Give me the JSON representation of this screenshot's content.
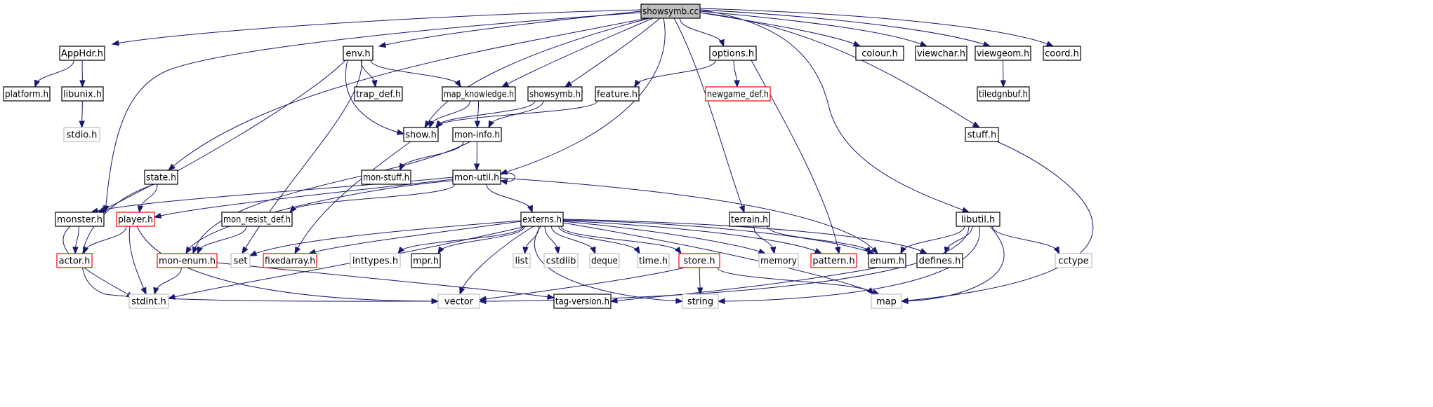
{
  "diagram": {
    "title": "",
    "colors": {
      "edge": "#191970",
      "root_fill": "#bfbfbf",
      "normal_border": "#000000",
      "external_border": "#bfbfbf",
      "truncated_border": "#ff0000",
      "text": "#000000"
    },
    "nodes": [
      {
        "id": "showsymb_cc",
        "label": "showsymb.cc",
        "kind": "root"
      },
      {
        "id": "AppHdr_h",
        "label": "AppHdr.h",
        "kind": "normal"
      },
      {
        "id": "env_h",
        "label": "env.h",
        "kind": "normal"
      },
      {
        "id": "options_h",
        "label": "options.h",
        "kind": "normal"
      },
      {
        "id": "colour_h",
        "label": "colour.h",
        "kind": "normal"
      },
      {
        "id": "viewchar_h",
        "label": "viewchar.h",
        "kind": "normal"
      },
      {
        "id": "viewgeom_h",
        "label": "viewgeom.h",
        "kind": "normal"
      },
      {
        "id": "coord_h",
        "label": "coord.h",
        "kind": "normal"
      },
      {
        "id": "platform_h",
        "label": "platform.h",
        "kind": "normal"
      },
      {
        "id": "libunix_h",
        "label": "libunix.h",
        "kind": "normal"
      },
      {
        "id": "trap_def_h",
        "label": "trap_def.h",
        "kind": "normal"
      },
      {
        "id": "map_knowledge_h",
        "label": "map_knowledge.h",
        "kind": "normal"
      },
      {
        "id": "showsymb_h",
        "label": "showsymb.h",
        "kind": "normal"
      },
      {
        "id": "feature_h",
        "label": "feature.h",
        "kind": "normal"
      },
      {
        "id": "newgame_def_h",
        "label": "newgame_def.h",
        "kind": "truncated"
      },
      {
        "id": "tiledgnbuf_h",
        "label": "tiledgnbuf.h",
        "kind": "normal"
      },
      {
        "id": "stdio_h",
        "label": "stdio.h",
        "kind": "external"
      },
      {
        "id": "show_h",
        "label": "show.h",
        "kind": "normal"
      },
      {
        "id": "mon_info_h",
        "label": "mon-info.h",
        "kind": "normal"
      },
      {
        "id": "stuff_h",
        "label": "stuff.h",
        "kind": "normal"
      },
      {
        "id": "state_h",
        "label": "state.h",
        "kind": "normal"
      },
      {
        "id": "mon_stuff_h",
        "label": "mon-stuff.h",
        "kind": "normal"
      },
      {
        "id": "mon_util_h",
        "label": "mon-util.h",
        "kind": "normal"
      },
      {
        "id": "monster_h",
        "label": "monster.h",
        "kind": "normal"
      },
      {
        "id": "player_h",
        "label": "player.h",
        "kind": "truncated"
      },
      {
        "id": "mon_resist_def_h",
        "label": "mon_resist_def.h",
        "kind": "normal"
      },
      {
        "id": "externs_h",
        "label": "externs.h",
        "kind": "normal"
      },
      {
        "id": "terrain_h",
        "label": "terrain.h",
        "kind": "normal"
      },
      {
        "id": "libutil_h",
        "label": "libutil.h",
        "kind": "normal"
      },
      {
        "id": "actor_h",
        "label": "actor.h",
        "kind": "truncated"
      },
      {
        "id": "mon_enum_h",
        "label": "mon-enum.h",
        "kind": "truncated"
      },
      {
        "id": "set",
        "label": "set",
        "kind": "external"
      },
      {
        "id": "fixedarray_h",
        "label": "fixedarray.h",
        "kind": "truncated"
      },
      {
        "id": "inttypes_h",
        "label": "inttypes.h",
        "kind": "external"
      },
      {
        "id": "mpr_h",
        "label": "mpr.h",
        "kind": "normal"
      },
      {
        "id": "list",
        "label": "list",
        "kind": "external"
      },
      {
        "id": "cstdlib",
        "label": "cstdlib",
        "kind": "external"
      },
      {
        "id": "deque",
        "label": "deque",
        "kind": "external"
      },
      {
        "id": "time_h",
        "label": "time.h",
        "kind": "external"
      },
      {
        "id": "store_h",
        "label": "store.h",
        "kind": "truncated"
      },
      {
        "id": "memory",
        "label": "memory",
        "kind": "external"
      },
      {
        "id": "pattern_h",
        "label": "pattern.h",
        "kind": "truncated"
      },
      {
        "id": "enum_h",
        "label": "enum.h",
        "kind": "normal"
      },
      {
        "id": "defines_h",
        "label": "defines.h",
        "kind": "normal"
      },
      {
        "id": "cctype",
        "label": "cctype",
        "kind": "external"
      },
      {
        "id": "stdint_h",
        "label": "stdint.h",
        "kind": "external"
      },
      {
        "id": "vector",
        "label": "vector",
        "kind": "external"
      },
      {
        "id": "tag_version_h",
        "label": "tag-version.h",
        "kind": "normal"
      },
      {
        "id": "string",
        "label": "string",
        "kind": "external"
      },
      {
        "id": "map",
        "label": "map",
        "kind": "external"
      }
    ],
    "edges": [
      [
        "showsymb_cc",
        "AppHdr_h"
      ],
      [
        "showsymb_cc",
        "env_h"
      ],
      [
        "showsymb_cc",
        "options_h"
      ],
      [
        "showsymb_cc",
        "colour_h"
      ],
      [
        "showsymb_cc",
        "viewchar_h"
      ],
      [
        "showsymb_cc",
        "viewgeom_h"
      ],
      [
        "showsymb_cc",
        "coord_h"
      ],
      [
        "showsymb_cc",
        "map_knowledge_h"
      ],
      [
        "showsymb_cc",
        "showsymb_h"
      ],
      [
        "showsymb_cc",
        "show_h"
      ],
      [
        "showsymb_cc",
        "stuff_h"
      ],
      [
        "showsymb_cc",
        "state_h"
      ],
      [
        "showsymb_cc",
        "monster_h"
      ],
      [
        "showsymb_cc",
        "mon_util_h"
      ],
      [
        "showsymb_cc",
        "terrain_h"
      ],
      [
        "showsymb_cc",
        "libutil_h"
      ],
      [
        "AppHdr_h",
        "platform_h"
      ],
      [
        "AppHdr_h",
        "libunix_h"
      ],
      [
        "libunix_h",
        "stdio_h"
      ],
      [
        "env_h",
        "trap_def_h"
      ],
      [
        "env_h",
        "map_knowledge_h"
      ],
      [
        "env_h",
        "show_h"
      ],
      [
        "env_h",
        "monster_h"
      ],
      [
        "env_h",
        "set"
      ],
      [
        "options_h",
        "feature_h"
      ],
      [
        "options_h",
        "newgame_def_h"
      ],
      [
        "options_h",
        "pattern_h"
      ],
      [
        "viewgeom_h",
        "tiledgnbuf_h"
      ],
      [
        "map_knowledge_h",
        "show_h"
      ],
      [
        "map_knowledge_h",
        "mon_info_h"
      ],
      [
        "showsymb_h",
        "show_h"
      ],
      [
        "showsymb_h",
        "mon_info_h"
      ],
      [
        "feature_h",
        "show_h"
      ],
      [
        "show_h",
        "fixedarray_h"
      ],
      [
        "mon_info_h",
        "mon_stuff_h"
      ],
      [
        "mon_info_h",
        "mon_util_h"
      ],
      [
        "mon_info_h",
        "mon_enum_h"
      ],
      [
        "stuff_h",
        "map"
      ],
      [
        "state_h",
        "player_h"
      ],
      [
        "state_h",
        "vector"
      ],
      [
        "mon_util_h",
        "mon_util_h"
      ],
      [
        "mon_util_h",
        "monster_h"
      ],
      [
        "mon_util_h",
        "player_h"
      ],
      [
        "mon_util_h",
        "mon_resist_def_h"
      ],
      [
        "mon_util_h",
        "externs_h"
      ],
      [
        "mon_util_h",
        "mon_enum_h"
      ],
      [
        "mon_util_h",
        "enum_h"
      ],
      [
        "monster_h",
        "actor_h"
      ],
      [
        "monster_h",
        "stdint_h"
      ],
      [
        "player_h",
        "actor_h"
      ],
      [
        "player_h",
        "stdint_h"
      ],
      [
        "player_h",
        "vector"
      ],
      [
        "mon_resist_def_h",
        "mon_enum_h"
      ],
      [
        "externs_h",
        "set"
      ],
      [
        "externs_h",
        "fixedarray_h"
      ],
      [
        "externs_h",
        "inttypes_h"
      ],
      [
        "externs_h",
        "mpr_h"
      ],
      [
        "externs_h",
        "list"
      ],
      [
        "externs_h",
        "cstdlib"
      ],
      [
        "externs_h",
        "deque"
      ],
      [
        "externs_h",
        "time_h"
      ],
      [
        "externs_h",
        "store_h"
      ],
      [
        "externs_h",
        "memory"
      ],
      [
        "externs_h",
        "pattern_h"
      ],
      [
        "externs_h",
        "enum_h"
      ],
      [
        "externs_h",
        "defines_h"
      ],
      [
        "externs_h",
        "stdint_h"
      ],
      [
        "externs_h",
        "vector"
      ],
      [
        "externs_h",
        "string"
      ],
      [
        "externs_h",
        "map"
      ],
      [
        "terrain_h",
        "memory"
      ],
      [
        "terrain_h",
        "enum_h"
      ],
      [
        "libutil_h",
        "enum_h"
      ],
      [
        "libutil_h",
        "defines_h"
      ],
      [
        "libutil_h",
        "cctype"
      ],
      [
        "libutil_h",
        "vector"
      ],
      [
        "libutil_h",
        "string"
      ],
      [
        "libutil_h",
        "map"
      ],
      [
        "mon_enum_h",
        "stdint_h"
      ],
      [
        "mon_enum_h",
        "tag_version_h"
      ],
      [
        "store_h",
        "vector"
      ],
      [
        "store_h",
        "string"
      ],
      [
        "store_h",
        "map"
      ],
      [
        "enum_h",
        "tag_version_h"
      ]
    ]
  }
}
